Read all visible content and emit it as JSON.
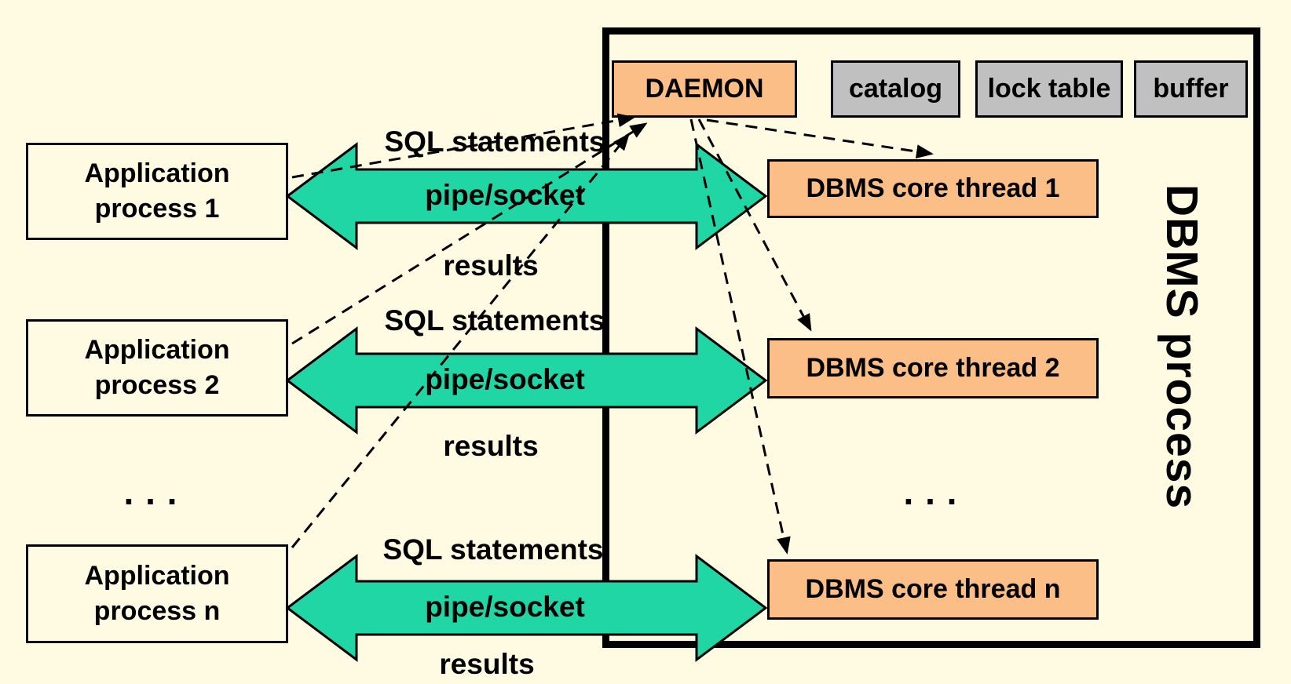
{
  "diagram": {
    "title": "DBMS process architecture",
    "colors": {
      "background": "#FFFBE3",
      "orange": "#FBBE87",
      "gray": "#C0C0C0",
      "green": "#1FD6A4",
      "line": "#000000"
    },
    "dbms_process": {
      "label": "DBMS process"
    },
    "daemon": {
      "label": "DAEMON"
    },
    "shared_structures": [
      {
        "label": "catalog"
      },
      {
        "label": "lock table"
      },
      {
        "label": "buffer"
      }
    ],
    "threads": [
      {
        "label": "DBMS core thread 1"
      },
      {
        "label": "DBMS core thread 2"
      },
      {
        "label": "DBMS core thread n"
      }
    ],
    "apps": [
      {
        "line1": "Application",
        "line2": "process 1"
      },
      {
        "line1": "Application",
        "line2": "process 2"
      },
      {
        "line1": "Application",
        "line2": "process n"
      }
    ],
    "rows": [
      {
        "top_label": "SQL statements",
        "arrow_label": "pipe/socket",
        "bottom_label": "results"
      },
      {
        "top_label": "SQL statements",
        "arrow_label": "pipe/socket",
        "bottom_label": "results"
      },
      {
        "top_label": "SQL statements",
        "arrow_label": "pipe/socket",
        "bottom_label": "results"
      }
    ],
    "ellipsis_left": ". . .",
    "ellipsis_right": ". . ."
  }
}
